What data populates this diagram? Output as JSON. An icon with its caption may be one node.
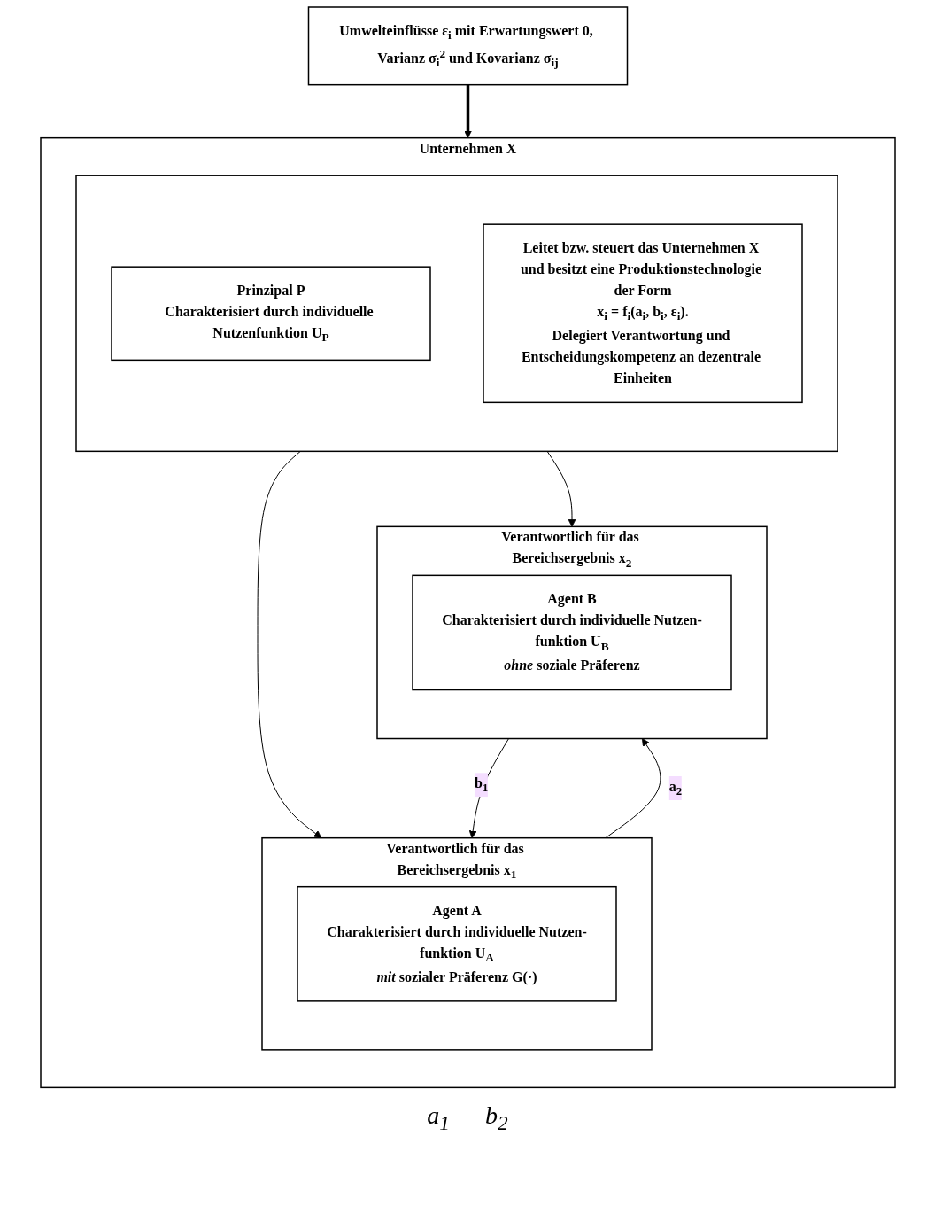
{
  "diagram": {
    "nodes": [
      {
        "text": [
          "Unternehmen X"
        ]
      },
      {
        "text": [],
        "shape": "box",
        "in": 0
      },
      {
        "text": [
          "Prinzipal P",
          "Charakterisiert durch individuelle Nutzenfunktion U$_{P}$"
        ],
        "in": 1
      },
      {
        "text": [
          "Leitet bzw. steuert das Unternehmen X und besitzt eine Produktionstechnologie der Form",
          "x$_{i}$ = f$_{i}$(a$_{i}$, b$_{i}$, ε$_{i}$).",
          "Delegiert Verantwortung und Entscheidungskompetenz an dezentrale Einheiten"
        ],
        "in": 1
      },
      {
        "text": [
          "Verantwortlich für das Bereichsergebnis x$_{1}$"
        ],
        "in": 0
      },
      {
        "text": [
          "Agent A",
          "Charakterisiert durch individuelle Nutzen-funktion U$_{A}$",
          "*mit* sozialer Präferenz G(·)"
        ],
        "in": 4
      },
      {
        "text": [
          "Verantwortlich für das Bereichsergebnis x$_{2}$"
        ],
        "in": 0
      },
      {
        "text": [
          "Agent B",
          "Charakterisiert durch individuelle Nutzen-funktion U$_{B}$",
          "*ohne* soziale Präferenz"
        ],
        "in": 6
      },
      {
        "text": [
          "Umwelteinflüsse ε$_{i}$ mit Erwartungswert 0, Varianz σ$_{i}$$^{2}$ und Kovarianz σ$_{ij}$"
        ]
      }
    ],
    "edges": [
      {
        "from": 1,
        "to": 4,
        "arrow": "to"
      },
      {
        "from": 1,
        "to": 6,
        "arrow": "to"
      },
      {
        "from": 4,
        "to": 6,
        "arrow": "to",
        "label": "a$_{2}$"
      },
      {
        "from": 6,
        "to": 4,
        "arrow": "to",
        "label": "b$_{1}$"
      },
      {
        "from": 8,
        "to": 0,
        "arrow": "to",
        "style": "thick"
      }
    ],
    "labels": [
      "a$_{1}$",
      "b$_{2}$"
    ]
  }
}
